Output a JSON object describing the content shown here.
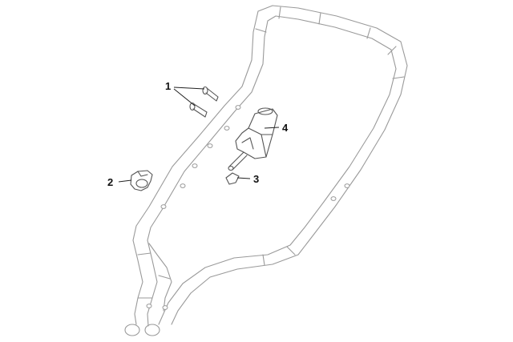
{
  "callouts": [
    {
      "id": "bolts",
      "label": "1"
    },
    {
      "id": "clip",
      "label": "2"
    },
    {
      "id": "pin",
      "label": "3"
    },
    {
      "id": "holder",
      "label": "4"
    }
  ],
  "colors": {
    "line": "#9a9a9a",
    "part": "#555555",
    "text": "#111111",
    "background": "#ffffff"
  }
}
